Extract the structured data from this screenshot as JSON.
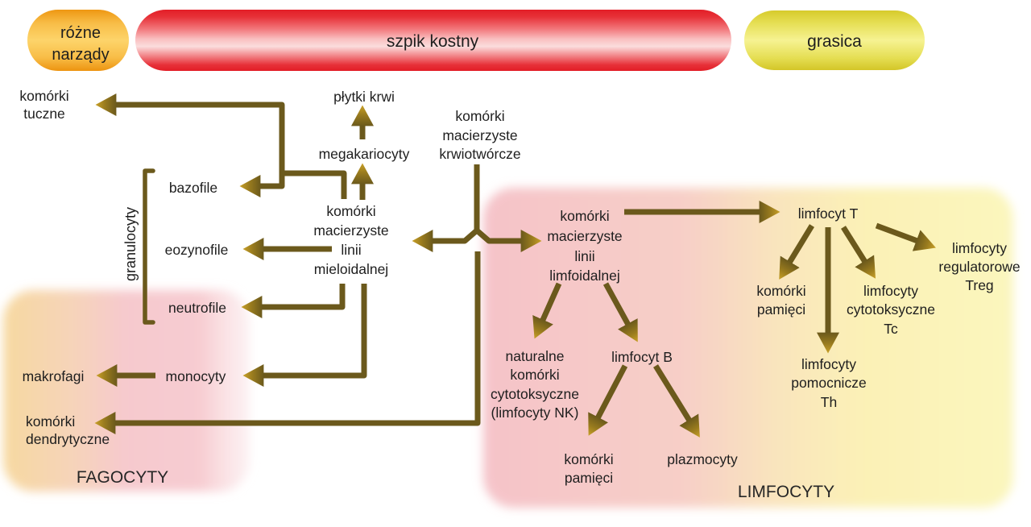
{
  "header": {
    "organs": {
      "line1": "różne",
      "line2": "narządy"
    },
    "bone_marrow": "szpik kostny",
    "thymus": "grasica"
  },
  "sections": {
    "phagocytes": "FAGOCYTY",
    "lymphocytes": "LIMFOCYTY",
    "granulocytes": "granulocyty"
  },
  "nodes": {
    "mast": {
      "line1": "komórki",
      "line2": "tuczne"
    },
    "platelets": "płytki krwi",
    "megakaryocytes": "megakariocyty",
    "hsc": {
      "line1": "komórki",
      "line2": "macierzyste",
      "line3": "krwiotwórcze"
    },
    "myeloid": {
      "line1": "komórki",
      "line2": "macierzyste",
      "line3": "linii",
      "line4": "mieloidalnej"
    },
    "lymphoid": {
      "line1": "komórki",
      "line2": "macierzyste",
      "line3": "linii",
      "line4": "limfoidalnej"
    },
    "basophils": "bazofile",
    "eosinophils": "eozynofile",
    "neutrophils": "neutrofile",
    "monocytes": "monocyty",
    "macrophages": "makrofagi",
    "dendritic": {
      "line1": "komórki",
      "line2": "dendrytyczne"
    },
    "nk": {
      "line1": "naturalne",
      "line2": "komórki",
      "line3": "cytotoksyczne",
      "line4": "(limfocyty NK)"
    },
    "b_cell": "limfocyt B",
    "b_memory": {
      "line1": "komórki",
      "line2": "pamięci"
    },
    "plasma": "plazmocyty",
    "t_cell": "limfocyt T",
    "t_memory": {
      "line1": "komórki",
      "line2": "pamięci"
    },
    "t_cytotoxic": {
      "line1": "limfocyty",
      "line2": "cytotoksyczne",
      "line3": "Tc"
    },
    "t_helper": {
      "line1": "limfocyty",
      "line2": "pomocnicze",
      "line3": "Th"
    },
    "t_reg": {
      "line1": "limfocyty",
      "line2": "regulatorowe",
      "line3": "Treg"
    }
  },
  "colors": {
    "arrow_line": "#6b591c",
    "arrow_head_gold": "#c9a129",
    "organs_pill_orange": "#f6a81f",
    "bone_marrow_pill_red": "#e31e27",
    "thymus_pill_yellow": "#e9e34d",
    "phagocytes_bg_left": "#f7d9a0",
    "phagocytes_bg_pink": "#f6c9ce",
    "lymphocytes_bg_pink": "#f5c3c9",
    "lymphocytes_bg_yellow": "#fbf6bd",
    "text": "#1e1e1e"
  }
}
